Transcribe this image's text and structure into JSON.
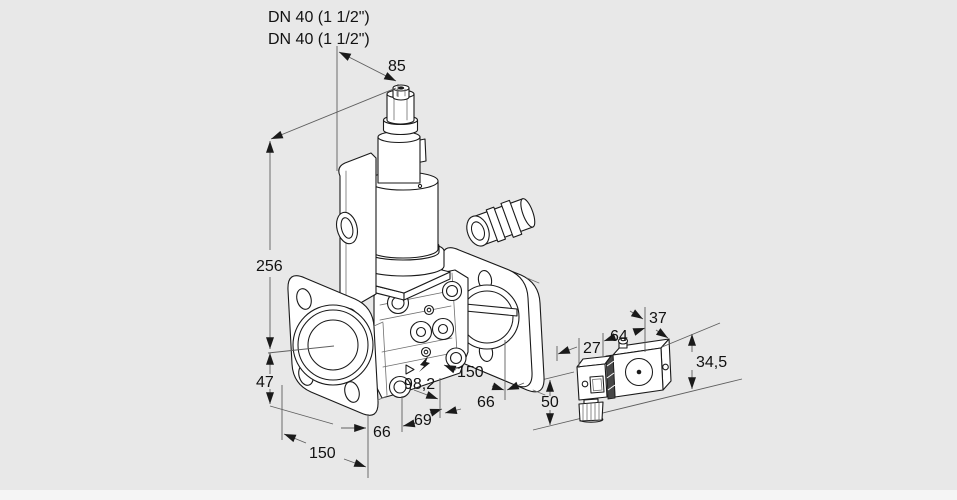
{
  "labels": {
    "dn40_line1": "DN 40 (1 1/2\")",
    "dn40_line2": "DN 40 (1 1/2\")"
  },
  "dims": {
    "d85": "85",
    "d256": "256",
    "d47": "47",
    "d150_left": "150",
    "d66_left": "66",
    "d69": "69",
    "d98_2": "98,2",
    "d150_right": "150",
    "d66_right": "66",
    "d27": "27",
    "d64": "64",
    "d37": "37",
    "d34_5": "34,5",
    "d50": "50"
  },
  "colors": {
    "background": "#e8e8e8",
    "bottom_strip": "#f5f5f5",
    "line": "#1a1a1a",
    "dimension_line": "#5f5f5f"
  }
}
